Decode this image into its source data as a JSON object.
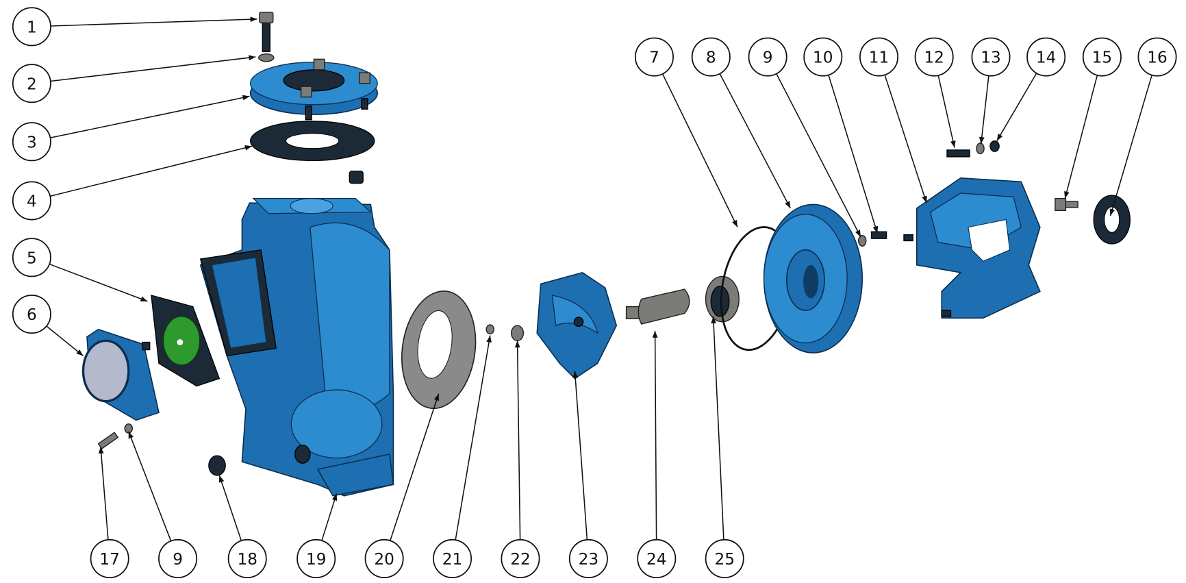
{
  "diagram": {
    "type": "exploded-view",
    "colors": {
      "casting": "#1d6fb1",
      "gasket_gray": "#8a8a8a",
      "gasket_black": "#1b2a36",
      "seal_green": "#2e9a2e"
    },
    "balloons_left": [
      "1",
      "2",
      "3",
      "4",
      "5",
      "6"
    ],
    "balloons_top": [
      "7",
      "8",
      "9",
      "10",
      "11",
      "12",
      "13",
      "14",
      "15",
      "16"
    ],
    "balloons_bottom": [
      "17",
      "9",
      "18",
      "19",
      "20",
      "21",
      "22",
      "23",
      "24",
      "25"
    ]
  }
}
